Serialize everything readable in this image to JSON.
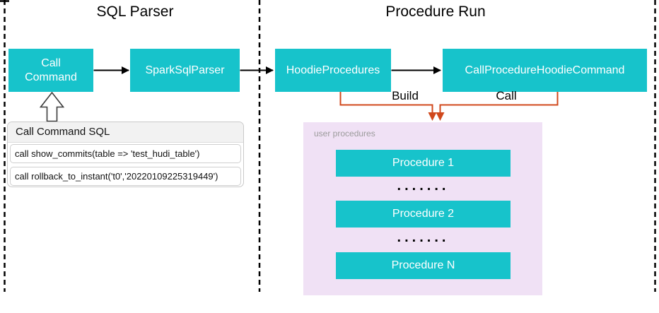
{
  "regions": {
    "sql_parser_title": "SQL Parser",
    "procedure_run_title": "Procedure Run"
  },
  "nodes": {
    "call_command": "Call Command",
    "spark_sql_parser": "SparkSqlParser",
    "hoodie_procedures": "HoodieProcedures",
    "call_procedure_hoodie_command": "CallProcedureHoodieCommand"
  },
  "edge_labels": {
    "build": "Build",
    "call": "Call"
  },
  "sql_panel": {
    "title": "Call Command SQL",
    "rows": [
      "call show_commits(table => 'test_hudi_table')",
      "call rollback_to_instant('t0','20220109225319449')"
    ]
  },
  "user_procedures": {
    "label": "user procedures",
    "items": [
      "Procedure 1",
      "Procedure 2",
      "Procedure N"
    ],
    "ellipsis": "......."
  },
  "colors": {
    "teal": "#17C3CB",
    "orange": "#D0481C",
    "purple_bg": "#F0E1F5",
    "label_gray": "#9B9B9B",
    "panel_border": "#C9C9C9",
    "panel_header_bg": "#F2F2F2",
    "line_black": "#000000"
  }
}
